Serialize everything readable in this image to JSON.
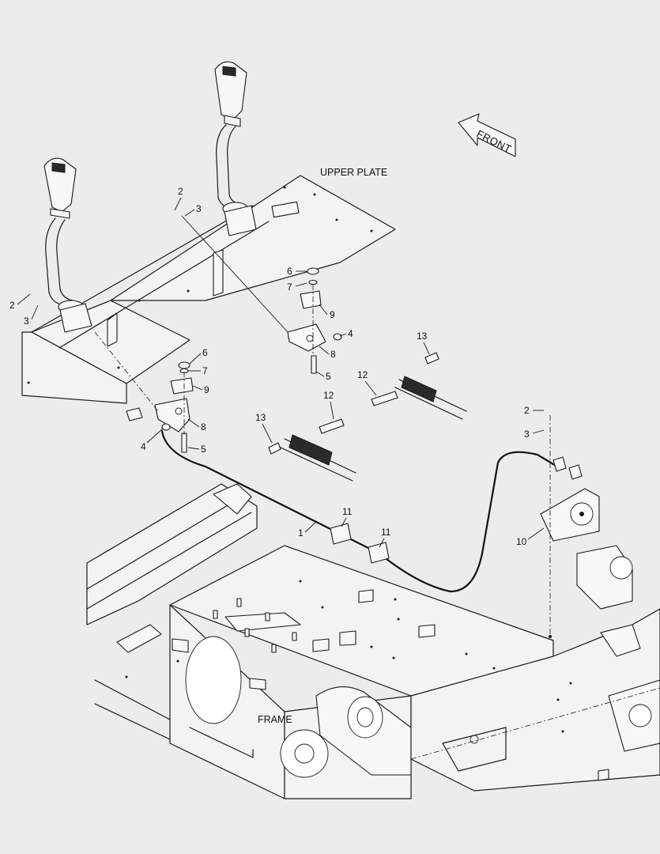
{
  "labels": {
    "upper_plate": "UPPER PLATE",
    "frame": "FRAME",
    "front": "FRONT"
  },
  "callouts": {
    "c1": "1",
    "c2a": "2",
    "c3a": "3",
    "c2b": "2",
    "c3b": "3",
    "c2c": "2",
    "c3c": "3",
    "c4a": "4",
    "c4b": "4",
    "c5a": "5",
    "c5b": "5",
    "c6a": "6",
    "c6b": "6",
    "c7a": "7",
    "c7b": "7",
    "c8a": "8",
    "c8b": "8",
    "c9a": "9",
    "c9b": "9",
    "c10": "10",
    "c11a": "11",
    "c11b": "11",
    "c12a": "12",
    "c12b": "12",
    "c13a": "13",
    "c13b": "13"
  }
}
